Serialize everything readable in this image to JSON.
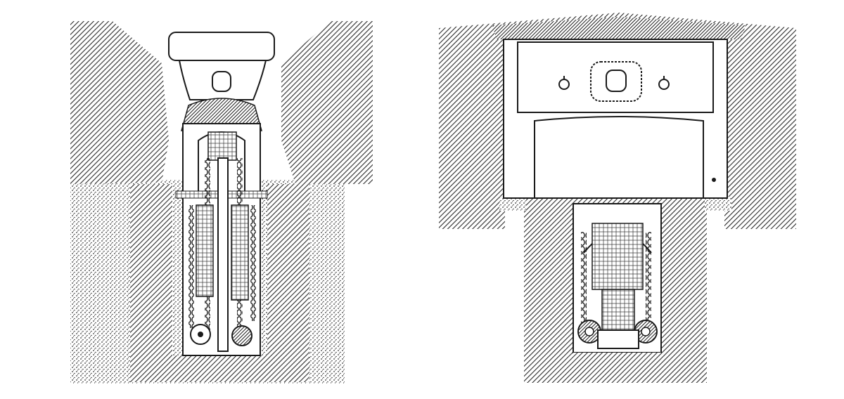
{
  "figure": {
    "panels": [
      {
        "id": "left",
        "view": "cross-section"
      },
      {
        "id": "right",
        "view": "cross-section"
      }
    ],
    "colors": {
      "ink": "#1a1a1a",
      "paper": "#ffffff",
      "hatch": "#2a2a2a"
    },
    "icons": [
      "chain-icon",
      "pulley-wheel-icon",
      "sprocket-wheel-icon",
      "counterweight-icon",
      "ring-handle-icon"
    ]
  }
}
